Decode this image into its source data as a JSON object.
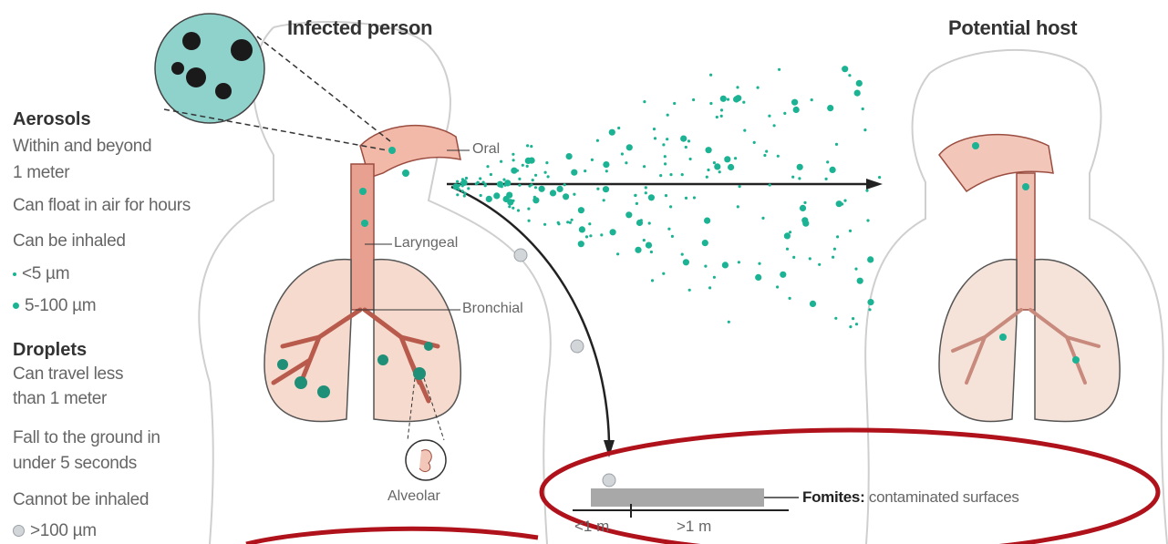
{
  "headers": {
    "infected": "Infected person",
    "host": "Potential host"
  },
  "legend": {
    "aerosols": {
      "title": "Aerosols",
      "line1": "Within and beyond",
      "line2": "1 meter",
      "line3": "Can float in air for hours",
      "line4": "Can be inhaled",
      "small": "<5 µm",
      "medium": "5-100 µm"
    },
    "droplets": {
      "title": "Droplets",
      "line1": "Can travel less",
      "line2": "than 1 meter",
      "line3": "Fall to the ground in",
      "line4": "under 5 seconds",
      "line5": "Cannot be inhaled",
      "large": ">100 µm"
    }
  },
  "anatomy": {
    "oral": "Oral",
    "laryngeal": "Laryngeal",
    "bronchial": "Bronchial",
    "alveolar": "Alveolar"
  },
  "fomites": {
    "bold": "Fomites:",
    "rest": " contaminated surfaces",
    "near": "<1 m",
    "far": ">1 m"
  },
  "colors": {
    "aerosol": "#1bb394",
    "droplet": "#c8ccd0",
    "tissue": "#f2d6c8",
    "airway": "#e07a6e",
    "highlight": "#b0121b"
  }
}
